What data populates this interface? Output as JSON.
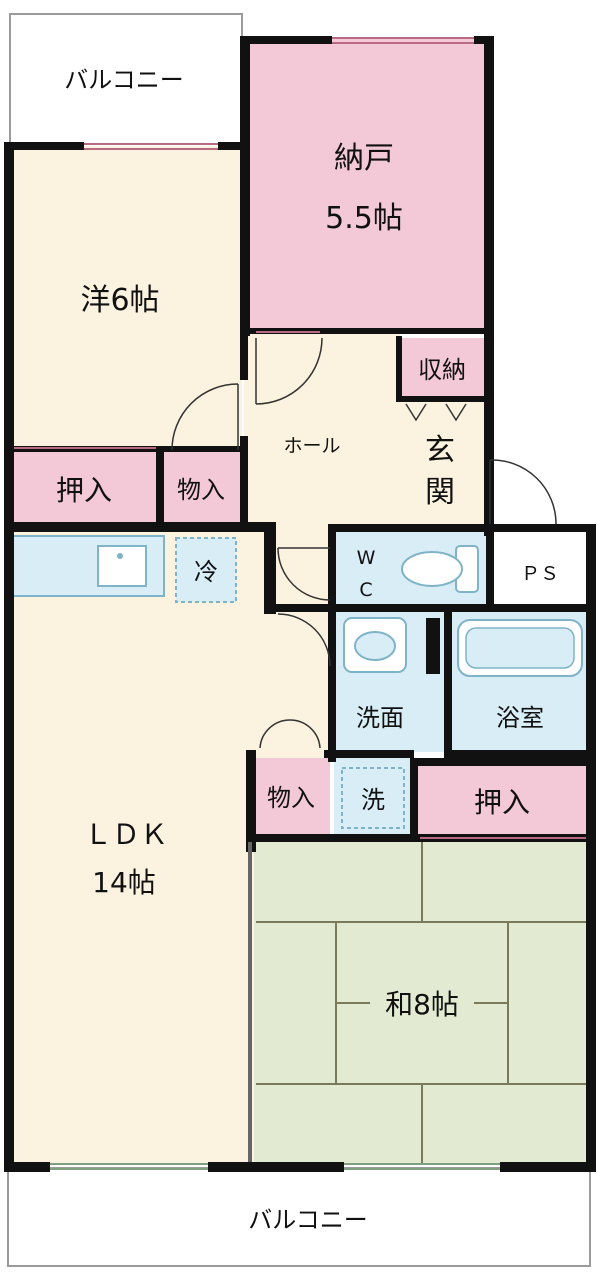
{
  "plan": {
    "colors": {
      "wall": "#111111",
      "western_room": "#FBF3DF",
      "storage_room": "#F3C9D8",
      "closet": "#F3C9D8",
      "hall": "#FBF3DF",
      "water_area": "#D8EDF6",
      "tatami": "#E2EBD2",
      "balcony": "#FFFFFF"
    },
    "rooms": {
      "balcony_top": "バルコニー",
      "storage_room": {
        "name": "納戸",
        "size": "5.5帖"
      },
      "western_room": "洋6帖",
      "closet_western": "押入",
      "storage_small_1": "物入",
      "hall": "ホール",
      "storage_entry": "収納",
      "genkan": [
        "玄",
        "関"
      ],
      "fridge": "冷",
      "wc": [
        "W",
        "C"
      ],
      "ps": "ＰＳ",
      "washroom": "洗面",
      "bathroom": "浴室",
      "ldk": {
        "name": "ＬＤＫ",
        "size": "14帖"
      },
      "storage_small_2": "物入",
      "washer": "洗",
      "closet_japanese": "押入",
      "japanese_room": "和8帖",
      "balcony_bottom": "バルコニー"
    }
  }
}
